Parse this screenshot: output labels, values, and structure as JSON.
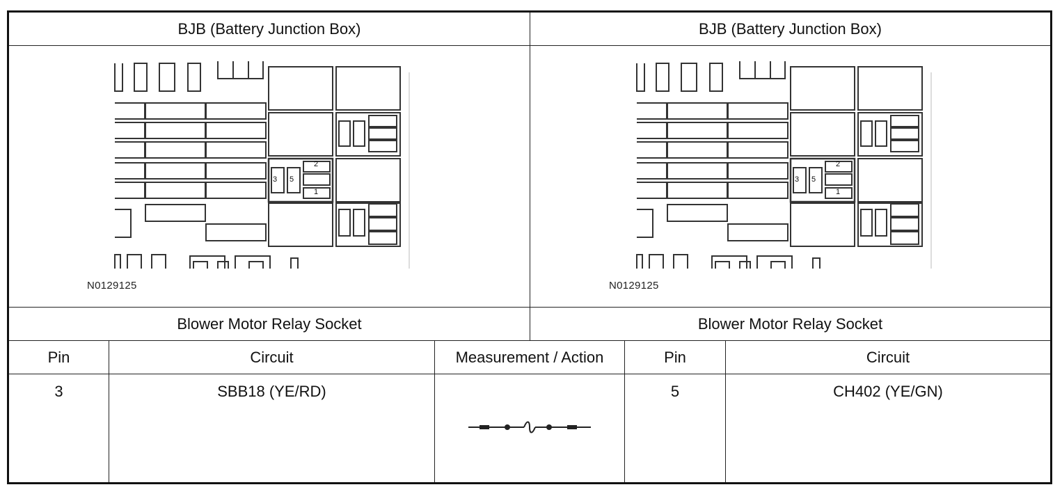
{
  "header": {
    "left_title": "BJB (Battery Junction Box)",
    "right_title": "BJB (Battery Junction Box)"
  },
  "diagrams": {
    "left": {
      "code": "N0129125",
      "pin_labels": [
        "3",
        "5",
        "2",
        "1"
      ]
    },
    "right": {
      "code": "N0129125",
      "pin_labels": [
        "3",
        "5",
        "2",
        "1"
      ]
    }
  },
  "sockets": {
    "left_label": "Blower Motor Relay Socket",
    "right_label": "Blower Motor Relay Socket"
  },
  "table": {
    "columns": [
      "Pin",
      "Circuit",
      "Measurement / Action",
      "Pin",
      "Circuit"
    ],
    "rows": [
      {
        "pin_a": "3",
        "circuit_a": "SBB18 (YE/RD)",
        "action_icon": "fuse-jumper-icon",
        "pin_b": "5",
        "circuit_b": "CH402 (YE/GN)"
      }
    ]
  }
}
